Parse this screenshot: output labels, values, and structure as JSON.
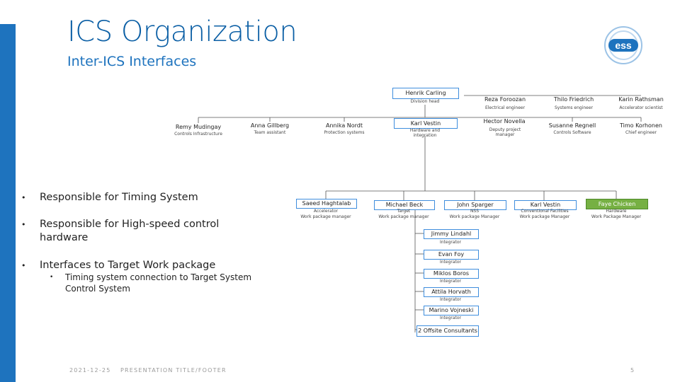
{
  "slide": {
    "title": "ICS Organization",
    "subtitle": "Inter-ICS Interfaces"
  },
  "org": {
    "head": {
      "name": "Henrik Carling",
      "role": "Division head"
    },
    "top_row": [
      {
        "name": "Reza Foroozan",
        "role": "Electrical engineer"
      },
      {
        "name": "Thilo Friedrich",
        "role": "Systems engineer"
      },
      {
        "name": "Karin Rathsman",
        "role": "Accelerator scientist"
      }
    ],
    "mid_row": [
      {
        "name": "Remy Mudingay",
        "role": "Controls Infrastructure"
      },
      {
        "name": "Anna Gillberg",
        "role": "Team assistant"
      },
      {
        "name": "Annika Nordt",
        "role": "Protection systems"
      },
      {
        "name": "Karl Vestin",
        "role": "Hardware and integration"
      },
      {
        "name": "Hector Novella",
        "role": "Deputy project manager"
      },
      {
        "name": "Susanne Regnell",
        "role": "Controls Software"
      },
      {
        "name": "Timo Korhonen",
        "role": "Chief engineer"
      }
    ],
    "wp_row": [
      {
        "name": "Saeed Haghtalab",
        "role1": "Accelerator",
        "role2": "Work package manager"
      },
      {
        "name": "Michael Beck",
        "role1": "Target",
        "role2": "Work package manager"
      },
      {
        "name": "John Sparger",
        "role1": "NSS",
        "role2": "Work package Manager"
      },
      {
        "name": "Karl Vestin",
        "role1": "Conventional Facilities",
        "role2": "Work package Manager"
      },
      {
        "name": "Faye Chicken",
        "role1": "Hardware",
        "role2": "Work Package Manager"
      }
    ],
    "integrators": [
      {
        "name": "Jimmy Lindahl",
        "role": "Integrator"
      },
      {
        "name": "Evan Foy",
        "role": "Integrator"
      },
      {
        "name": "Miklos Boros",
        "role": "Integrator"
      },
      {
        "name": "Attila Horvath",
        "role": "Integrator"
      },
      {
        "name": "Marino Vojneski",
        "role": "Integrator"
      },
      {
        "name": "2 Offsite Consultants",
        "role": ""
      }
    ]
  },
  "bullets": {
    "b1": "Responsible for Timing System",
    "b2": "Responsible for High-speed control hardware",
    "b3": "Interfaces to Target Work package",
    "b3_sub": "Timing system connection to Target System Control System",
    "dot": "•"
  },
  "footer": {
    "date": "2021-12-25",
    "text": "PRESENTATION TITLE/FOOTER",
    "page": "5"
  },
  "logo": {
    "text": "ess"
  },
  "colors": {
    "accent": "#1E73BE",
    "title": "#0B5FA5",
    "box_border": "#3E8DDD",
    "highlight": "#76B043"
  }
}
